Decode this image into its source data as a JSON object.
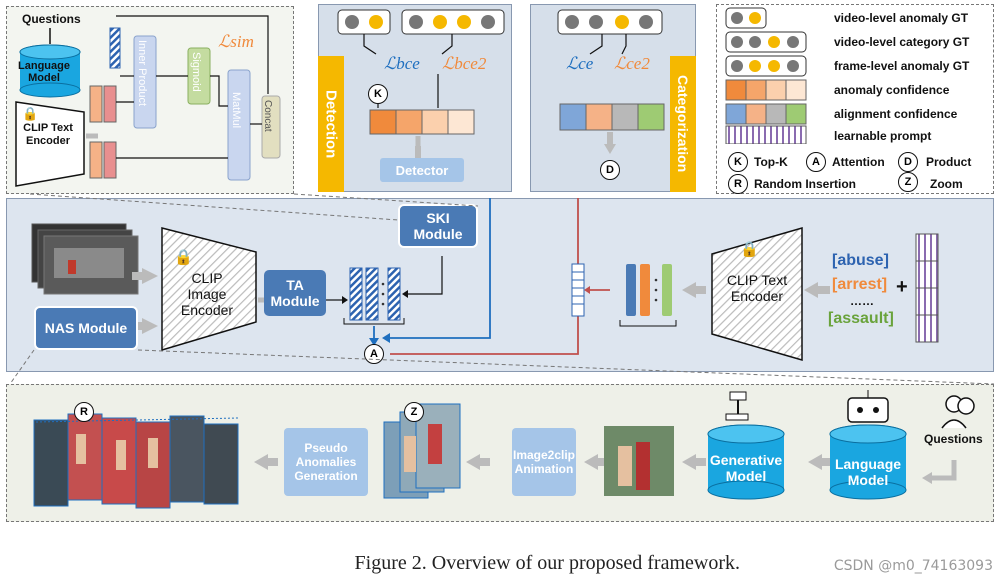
{
  "caption": "Figure 2. Overview of our proposed framework.",
  "watermark": "CSDN @m0_74163093",
  "colors": {
    "main_panel": "#dde5ef",
    "top_panel": "#d6dfea",
    "yellow": "#f5b800",
    "blue_box": "#4a7ab5",
    "light_box": "#a5bde0",
    "orange": "#f08a3c",
    "gray": "#b5b5b5",
    "green": "#9ecb73",
    "red_arrow": "#c0504d",
    "blue_arrow": "#1f6fbf"
  },
  "ski_detail": {
    "questions": "Questions",
    "language_model": "Language Model",
    "clip_text_encoder": "CLIP Text Encoder",
    "inner_product": "Inner Product",
    "sigmoid": "Sigmoid",
    "matmul": "MatMul",
    "concat": "Concat",
    "l_sim": "ℒsim"
  },
  "detection": {
    "title": "Detection",
    "l_bce": "ℒbce",
    "l_bce2": "ℒbce2",
    "topk": "K",
    "detector": "Detector"
  },
  "categorization": {
    "title": "Categorization",
    "l_ce": "ℒce",
    "l_ce2": "ℒce2",
    "product": "D"
  },
  "legend": {
    "items": [
      "video-level anomaly GT",
      "video-level category GT",
      "frame-level anomaly GT",
      "anomaly confidence",
      "alignment confidence",
      "learnable prompt"
    ],
    "symbols": [
      {
        "glyph": "K",
        "label": "Top-K"
      },
      {
        "glyph": "A",
        "label": "Attention"
      },
      {
        "glyph": "D",
        "label": "Product"
      },
      {
        "glyph": "R",
        "label": "Random Insertion"
      },
      {
        "glyph": "Z",
        "label": "Zoom"
      }
    ]
  },
  "main": {
    "ski_module": "SKI Module",
    "nas_module": "NAS Module",
    "clip_image_encoder": "CLIP Image Encoder",
    "ta_module": "TA Module",
    "attention": "A",
    "clip_text_encoder": "CLIP Text Encoder",
    "prompt_abuse": "[abuse]",
    "prompt_arrest": "[arrest]",
    "prompt_dots": "……",
    "prompt_assault": "[assault]",
    "plus": "+"
  },
  "nas": {
    "questions": "Questions",
    "language_model": "Language Model",
    "generative_model": "Generative Model",
    "image2clip": "Image2clip Animation",
    "pseudo": "Pseudo Anomalies Generation",
    "random": "R",
    "zoom": "Z"
  }
}
